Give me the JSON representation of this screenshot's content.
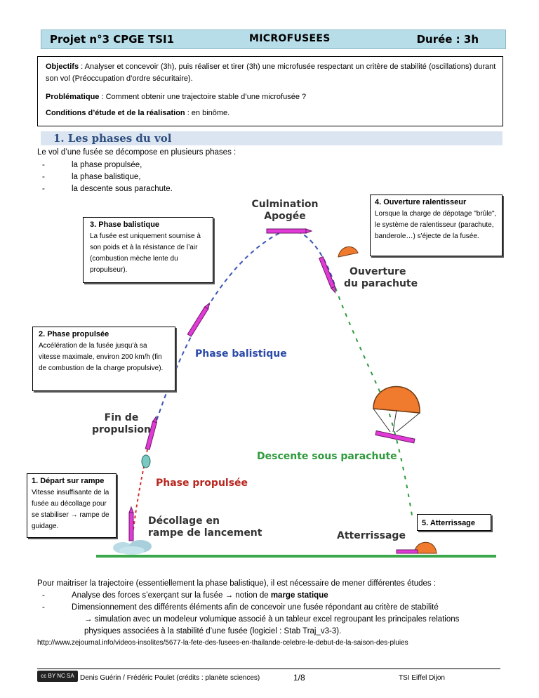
{
  "header": {
    "left": "Projet n°3 CPGE TSI1",
    "center": "MICROFUSEES",
    "right": "Durée : 3h"
  },
  "objectives": {
    "obj_label": "Objectifs",
    "obj_text": " : Analyser et concevoir (3h), puis réaliser et tirer (3h) une microfusée respectant un critère de stabilité (oscillations) durant son vol (Préoccupation d’ordre sécuritaire).",
    "prob_label": "Problématique",
    "prob_text": " : Comment obtenir une trajectoire stable d’une microfusée ?",
    "cond_label": "Conditions d’étude et de la réalisation",
    "cond_text": " : en binôme."
  },
  "section1": {
    "title": "1.  Les phases du vol",
    "intro": "Le vol d’une fusée se décompose en plusieurs phases :",
    "phases": [
      "la phase propulsée,",
      "la phase balistique,",
      "la descente sous parachute."
    ]
  },
  "diagram": {
    "labels": {
      "culmination": "Culmination",
      "apogee": "Apogée",
      "ouverture1": "Ouverture",
      "ouverture2": "du parachute",
      "phase_balistique": "Phase balistique",
      "fin1": "Fin de",
      "fin2": "propulsion",
      "descente": "Descente sous parachute",
      "phase_propulsee": "Phase propulsée",
      "decollage1": "Décollage en",
      "decollage2": "rampe de lancement",
      "atterrissage": "Atterrissage"
    },
    "callouts": {
      "c1_title": "1. Départ sur rampe",
      "c1_body": "Vitesse insuffisante de la fusée au décollage pour se stabiliser → rampe de guidage.",
      "c2_title": "2. Phase propulsée",
      "c2_body": "Accélération de la fusée jusqu’à sa vitesse maximale, environ 200 km/h (fin de  combustion de la charge propulsive).",
      "c3_title": "3. Phase balistique",
      "c3_body": "La fusée est uniquement soumise à son poids et à la résistance de l’air (combustion mèche lente du propulseur).",
      "c4_title": "4. Ouverture ralentisseur",
      "c4_body": "Lorsque la charge de dépotage \"brûle\", le système de ralentisseur (parachute, banderole…) s'éjecte de la fusée.",
      "c5_title": "5. Atterrissage"
    },
    "colors": {
      "rocket": "#e23ad6",
      "trajectory_blue": "#3a55b4",
      "trajectory_green": "#2f9a3c",
      "trajectory_red": "#d4322a",
      "parachute": "#f07a2e",
      "ground": "#3aa84a",
      "phase_balistique": "#2b4aa8",
      "descente": "#2f9a3c",
      "phase_propulsee": "#b8261e"
    }
  },
  "conclusion": {
    "intro": "Pour maitriser la trajectoire (essentiellement la phase balistique), il est nécessaire de mener différentes études :",
    "b1_pre": "Analyse des forces s’exerçant sur la fusée → notion de ",
    "b1_bold": "marge statique",
    "b2_line1": "Dimensionnement des différents éléments afin de concevoir une fusée répondant au critère de stabilité",
    "b2_line2": "→ simulation avec un modeleur volumique associé à un tableur excel regroupant les principales relations",
    "b2_line3": "physiques associées à la stabilité d’une fusée (logiciel : Stab Traj_v3-3).",
    "url": "http://www.zejournal.info/videos-insolites/5677-la-fete-des-fusees-en-thailande-celebre-le-debut-de-la-saison-des-pluies"
  },
  "footer": {
    "license": "cc BY NC SA",
    "authors": "Denis Guérin / Frédéric Poulet (crédits : planète sciences)",
    "page": "1/8",
    "school": "TSI Eiffel Dijon"
  }
}
